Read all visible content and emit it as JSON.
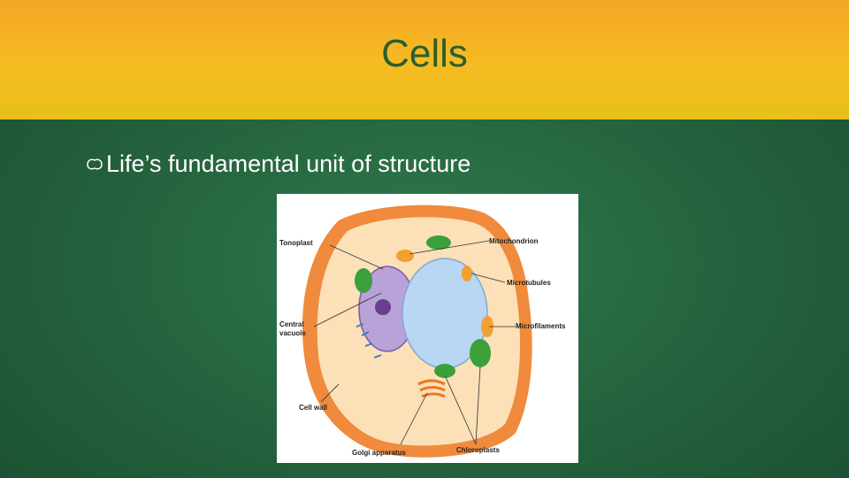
{
  "slide": {
    "title": "Cells",
    "bullet": "Life’s fundamental unit of structure"
  },
  "diagram": {
    "labels": {
      "tonoplast": "Tonoplast",
      "mitochondrion": "Mitochondrion",
      "microtubules": "Microtubules",
      "central_vacuole_line1": "Central",
      "central_vacuole_line2": "vacuole",
      "microfilaments": "Microfilaments",
      "cell_wall": "Cell wall",
      "golgi": "Golgi apparatus",
      "chloroplasts": "Chloroplasts"
    }
  },
  "colors": {
    "banner": "#f6bc22",
    "background": "#23613c",
    "title": "#2a5e30",
    "bullet_text": "#ffffff"
  }
}
